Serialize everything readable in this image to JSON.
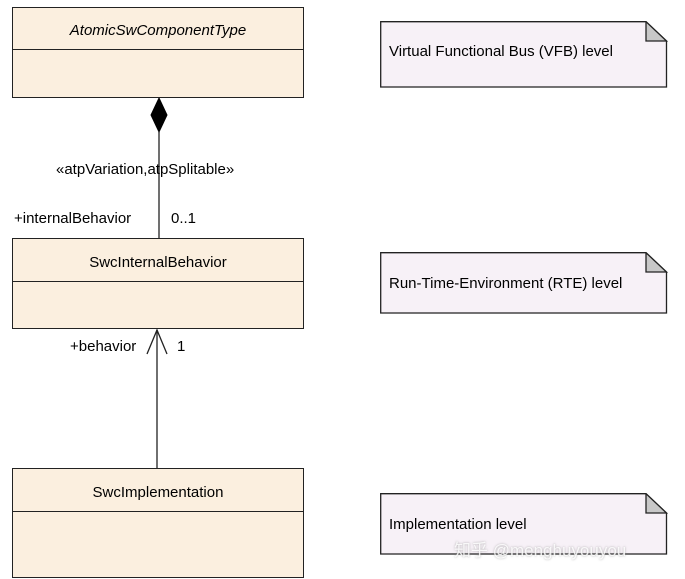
{
  "classes": {
    "atomic": {
      "name": "AtomicSwComponentType",
      "abstract": true
    },
    "internal": {
      "name": "SwcInternalBehavior"
    },
    "impl": {
      "name": "SwcImplementation"
    }
  },
  "notes": {
    "vfb": "Virtual Functional Bus (VFB) level",
    "rte": "Run-Time-Environment (RTE) level",
    "impl": "Implementation level"
  },
  "associations": {
    "composition": {
      "stereotype": "«atpVariation,atpSplitable»",
      "role": "+internalBehavior",
      "multiplicity": "0..1"
    },
    "navigable": {
      "role": "+behavior",
      "multiplicity": "1"
    }
  },
  "watermark": "知乎 @menghuyouyou",
  "colors": {
    "class_fill": "#fbefdf",
    "note_fill": "#f7f1f7",
    "line": "#222222"
  }
}
